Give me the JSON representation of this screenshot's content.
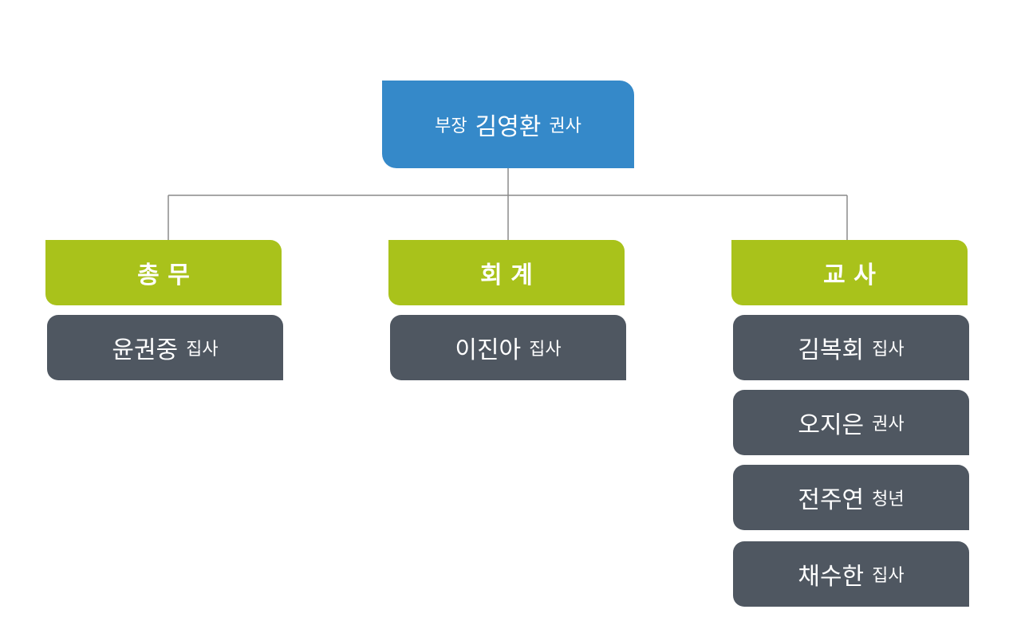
{
  "head": {
    "prefix": "부장",
    "name": "김영환",
    "title": "권사"
  },
  "departments": [
    {
      "label": "총 무",
      "members": [
        {
          "name": "윤권중",
          "title": "집사"
        }
      ]
    },
    {
      "label": "회 계",
      "members": [
        {
          "name": "이진아",
          "title": "집사"
        }
      ]
    },
    {
      "label": "교 사",
      "members": [
        {
          "name": "김복회",
          "title": "집사"
        },
        {
          "name": "오지은",
          "title": "권사"
        },
        {
          "name": "전주연",
          "title": "청년"
        },
        {
          "name": "채수한",
          "title": "집사"
        }
      ]
    }
  ],
  "colors": {
    "head": "#3589c9",
    "department": "#a9c21b",
    "member": "#4f5761",
    "line": "#8a8a8a"
  }
}
